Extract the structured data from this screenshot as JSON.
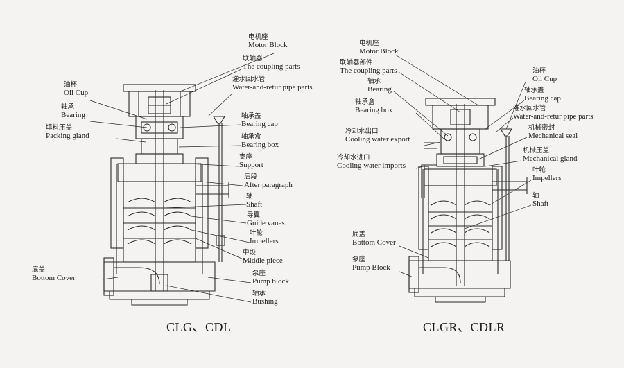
{
  "left": {
    "caption": "CLG、CDL",
    "labels": [
      {
        "id": "motor-block",
        "zh": "电机座",
        "en": "Motor Block"
      },
      {
        "id": "coupling-parts",
        "zh": "联轴器",
        "en": "The coupling parts"
      },
      {
        "id": "water-return-pipe",
        "zh": "灌水回水管",
        "en": "Water-and-retur pipe parts"
      },
      {
        "id": "oil-cup",
        "zh": "油杯",
        "en": "Oil Cup"
      },
      {
        "id": "bearing",
        "zh": "轴承",
        "en": "Bearing"
      },
      {
        "id": "packing-gland",
        "zh": "填料压盖",
        "en": "Packing gland"
      },
      {
        "id": "bearing-cap",
        "zh": "轴承盖",
        "en": "Bearing cap"
      },
      {
        "id": "bearing-box",
        "zh": "轴承盒",
        "en": "Bearing box"
      },
      {
        "id": "support",
        "zh": "支座",
        "en": "Support"
      },
      {
        "id": "after-paragraph",
        "zh": "后段",
        "en": "After paragraph"
      },
      {
        "id": "shaft",
        "zh": "轴",
        "en": "Shaft"
      },
      {
        "id": "guide-vanes",
        "zh": "导翼",
        "en": "Guide vanes"
      },
      {
        "id": "impellers",
        "zh": "叶轮",
        "en": "Impellers"
      },
      {
        "id": "middle-piece",
        "zh": "中段",
        "en": "Middle piece"
      },
      {
        "id": "bottom-cover",
        "zh": "底盖",
        "en": "Bottom Cover"
      },
      {
        "id": "pump-block",
        "zh": "泵座",
        "en": "Pump block"
      },
      {
        "id": "bushing",
        "zh": "轴承",
        "en": "Bushing"
      }
    ]
  },
  "right": {
    "caption": "CLGR、CDLR",
    "labels": [
      {
        "id": "motor-block",
        "zh": "电机座",
        "en": "Motor Block"
      },
      {
        "id": "coupling-parts",
        "zh": "联轴器部件",
        "en": "The coupling parts"
      },
      {
        "id": "bearing",
        "zh": "轴承",
        "en": "Bearing"
      },
      {
        "id": "bearing-box",
        "zh": "轴承盒",
        "en": "Bearing box"
      },
      {
        "id": "oil-cup",
        "zh": "油杯",
        "en": "Oil Cup"
      },
      {
        "id": "bearing-cap",
        "zh": "轴承盖",
        "en": "Bearing cap"
      },
      {
        "id": "water-return-pipe",
        "zh": "灌水回水管",
        "en": "Water-and-retur pipe parts"
      },
      {
        "id": "mechanical-seal",
        "zh": "机械密封",
        "en": "Mechanical seal"
      },
      {
        "id": "cooling-water-export",
        "zh": "冷却水出口",
        "en": "Cooling water export"
      },
      {
        "id": "cooling-water-imports",
        "zh": "冷却水进口",
        "en": "Cooling water imports"
      },
      {
        "id": "mechanical-gland",
        "zh": "机械压盖",
        "en": "Mechanical gland"
      },
      {
        "id": "impellers",
        "zh": "叶轮",
        "en": "Impellers"
      },
      {
        "id": "shaft",
        "zh": "轴",
        "en": "Shaft"
      },
      {
        "id": "bottom-cover",
        "zh": "底盖",
        "en": "Bottom Cover"
      },
      {
        "id": "pump-block",
        "zh": "泵座",
        "en": "Pump Block"
      }
    ]
  }
}
